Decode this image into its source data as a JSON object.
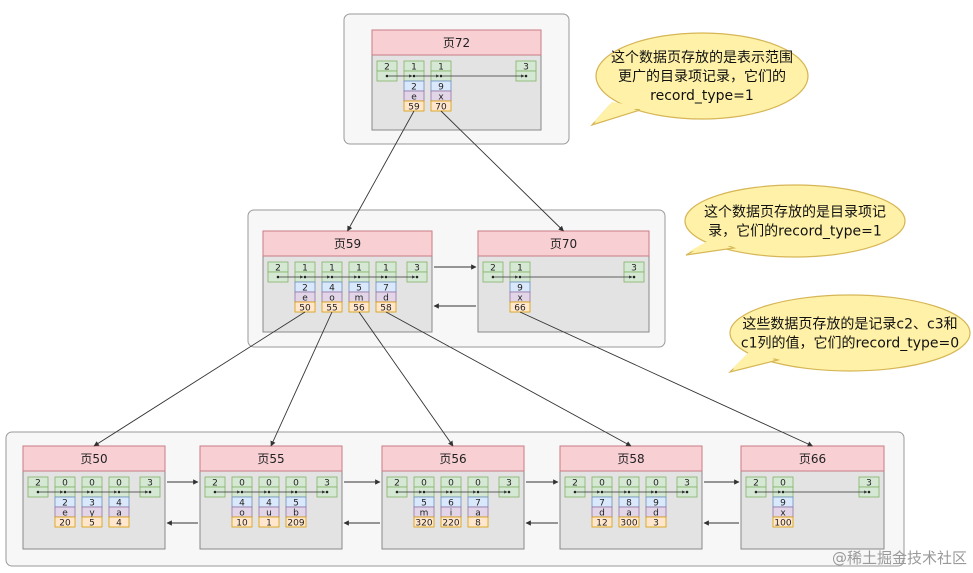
{
  "colors": {
    "header_fill": "#f8d0d4",
    "header_stroke": "#c97b84",
    "page_fill": "#e3e3e3",
    "page_stroke": "#8a8a8a",
    "group_fill": "#f7f7f7",
    "group_stroke": "#9a9a9a",
    "cell_green_fill": "#d5e8d4",
    "cell_green_stroke": "#82b366",
    "cell_blue_fill": "#dae8fc",
    "cell_blue_stroke": "#6c8ebf",
    "cell_purple_fill": "#e1d5e7",
    "cell_purple_stroke": "#9673a6",
    "cell_orange_fill": "#ffe6cc",
    "cell_orange_stroke": "#d79b00",
    "callout_fill": "#fff2a8",
    "callout_stroke": "#d6b656"
  },
  "pages": [
    {
      "id": "p72",
      "title": "页72",
      "heads": [
        "2",
        "1",
        "1"
      ],
      "tail": "3",
      "records": [
        [
          "2",
          "e",
          "59"
        ],
        [
          "9",
          "x",
          "70"
        ]
      ]
    },
    {
      "id": "p59",
      "title": "页59",
      "heads": [
        "2",
        "1",
        "1",
        "1",
        "1"
      ],
      "tail": "3",
      "records": [
        [
          "2",
          "e",
          "50"
        ],
        [
          "4",
          "o",
          "55"
        ],
        [
          "5",
          "m",
          "56"
        ],
        [
          "7",
          "d",
          "58"
        ]
      ]
    },
    {
      "id": "p70",
      "title": "页70",
      "heads": [
        "2",
        "1"
      ],
      "tail": "3",
      "records": [
        [
          "9",
          "x",
          "66"
        ]
      ]
    },
    {
      "id": "p50",
      "title": "页50",
      "heads": [
        "2",
        "0",
        "0",
        "0"
      ],
      "tail": "3",
      "records": [
        [
          "2",
          "e",
          "20"
        ],
        [
          "3",
          "y",
          "5"
        ],
        [
          "4",
          "a",
          "4"
        ]
      ]
    },
    {
      "id": "p55",
      "title": "页55",
      "heads": [
        "2",
        "0",
        "0",
        "0"
      ],
      "tail": "3",
      "records": [
        [
          "4",
          "o",
          "10"
        ],
        [
          "4",
          "u",
          "1"
        ],
        [
          "5",
          "b",
          "209"
        ]
      ]
    },
    {
      "id": "p56",
      "title": "页56",
      "heads": [
        "2",
        "0",
        "0",
        "0"
      ],
      "tail": "3",
      "records": [
        [
          "5",
          "m",
          "320"
        ],
        [
          "6",
          "i",
          "220"
        ],
        [
          "7",
          "a",
          "8"
        ]
      ]
    },
    {
      "id": "p58",
      "title": "页58",
      "heads": [
        "2",
        "0",
        "0",
        "0"
      ],
      "tail": "3",
      "records": [
        [
          "7",
          "d",
          "12"
        ],
        [
          "8",
          "a",
          "300"
        ],
        [
          "9",
          "d",
          "3"
        ]
      ]
    },
    {
      "id": "p66",
      "title": "页66",
      "heads": [
        "2",
        "0"
      ],
      "tail": "3",
      "records": [
        [
          "9",
          "x",
          "100"
        ]
      ]
    }
  ],
  "callouts": [
    {
      "id": "c1",
      "lines": [
        "这个数据页存放的是表示范围",
        "更广的目录项记录，它们的",
        "record_type=1"
      ]
    },
    {
      "id": "c2",
      "lines": [
        "这个数据页存放的是目录项记",
        "录，它们的record_type=1"
      ]
    },
    {
      "id": "c3",
      "lines": [
        "这些数据页存放的是记录c2、c3和",
        "c1列的值，它们的record_type=0"
      ]
    }
  ],
  "watermark": "@稀土掘金技术社区"
}
